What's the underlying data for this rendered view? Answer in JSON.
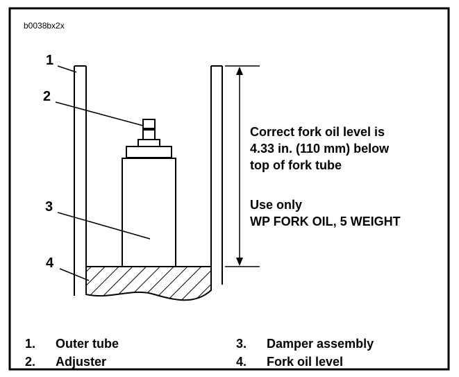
{
  "figure": {
    "id": "b0038bx2x"
  },
  "callouts": [
    "1",
    "2",
    "3",
    "4"
  ],
  "notes": {
    "level_lines": [
      "Correct fork oil level is",
      "4.33 in. (110 mm) below",
      "top of fork tube"
    ],
    "oil_lines": [
      "Use only",
      "WP FORK OIL, 5 WEIGHT"
    ]
  },
  "legend": [
    {
      "num": "1.",
      "label": "Outer tube"
    },
    {
      "num": "2.",
      "label": "Adjuster"
    },
    {
      "num": "3.",
      "label": "Damper assembly"
    },
    {
      "num": "4.",
      "label": "Fork oil level"
    }
  ]
}
